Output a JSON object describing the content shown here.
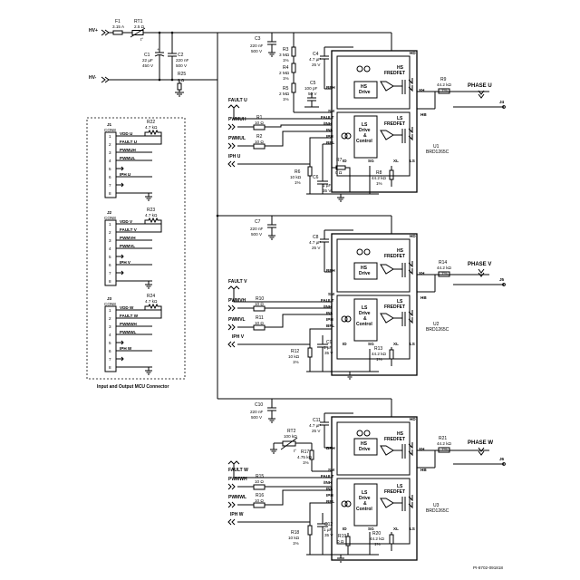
{
  "power": {
    "hv_plus": "HV+",
    "hv_minus": "HV-"
  },
  "input_parts": [
    {
      "ref": "F1",
      "val": "3.15 A"
    },
    {
      "ref": "RT1",
      "val": "2.5 Ω"
    },
    {
      "ref": "C1",
      "val": "22 µF",
      "val2": "450 V"
    },
    {
      "ref": "C2",
      "val": "220 nF",
      "val2": "500 V"
    },
    {
      "ref": "R25",
      "val": "0 Ω"
    }
  ],
  "connector_title": "Input and Output MCU Connector",
  "connectors": [
    {
      "ref": "J1",
      "type": "CON8",
      "r_ref": "R22",
      "r_val": "4.7 kΩ",
      "signals": [
        "VDD U",
        "FAULT U",
        "PWMUH",
        "PWMUL",
        "",
        "IPH U",
        "",
        ""
      ]
    },
    {
      "ref": "J2",
      "type": "CON8",
      "r_ref": "R23",
      "r_val": "4.7 kΩ",
      "signals": [
        "VDD V",
        "FAULT V",
        "PWMVH",
        "PWMVL",
        "",
        "IPH V",
        "",
        ""
      ]
    },
    {
      "ref": "J3",
      "type": "CON8",
      "r_ref": "R24",
      "r_val": "4.7 kΩ",
      "signals": [
        "VDD W",
        "FAULT W",
        "PWMWH",
        "PWMWL",
        "",
        "IPH W",
        "",
        ""
      ]
    }
  ],
  "pin_numbers": [
    "1",
    "2",
    "3",
    "4",
    "5",
    "6",
    "7",
    "8"
  ],
  "ic_pins": {
    "hd": "HD",
    "hb": "HB",
    "xh": "XH",
    "bph": "BPH",
    "sm": "SM",
    "fault": "FAULT",
    "inh": "/INH",
    "inl": "INL",
    "iph": "IPH",
    "bpl": "BPL",
    "id": "ID",
    "sg": "SG",
    "xl": "XL",
    "ls": "LS"
  },
  "ic_blocks": {
    "hs_line1": "HS",
    "hs_line2": "Drive",
    "ls_line1": "LS",
    "ls_line2": "Drive",
    "ls_line3": "&",
    "ls_line4": "Control",
    "hsf_line1": "HS",
    "hsf_line2": "FREDFET",
    "lsf_line1": "LS",
    "lsf_line2": "FREDFET"
  },
  "phases": [
    {
      "ic": "U1",
      "ic_part": "BRD1265C",
      "phase_label": "PHASE U",
      "terminal": "J4",
      "fault": "FAULT U",
      "pwmh": "PWMUH",
      "pwml": "PWMUL",
      "iph": "IPH U",
      "parts": [
        {
          "ref": "C3",
          "val": "220 nF",
          "val2": "500 V"
        },
        {
          "ref": "R3",
          "val": "3 MΩ",
          "val2": "1%"
        },
        {
          "ref": "R4",
          "val": "2 MΩ",
          "val2": "1%"
        },
        {
          "ref": "R5",
          "val": "2 MΩ",
          "val2": "1%"
        },
        {
          "ref": "C4",
          "val": "4.7 µF",
          "val2": "25 V"
        },
        {
          "ref": "C5",
          "val": "100 pF",
          "val2": "50 V"
        },
        {
          "ref": "R9",
          "val": "44.2 kΩ",
          "val2": "1%"
        },
        {
          "ref": "R1",
          "val": "10 Ω",
          "val2": ""
        },
        {
          "ref": "R2",
          "val": "10 Ω",
          "val2": ""
        },
        {
          "ref": "R6",
          "val": "10 kΩ",
          "val2": "1%"
        },
        {
          "ref": "R7",
          "val": "0 Ω",
          "val2": ""
        },
        {
          "ref": "C6",
          "val": "1 µF",
          "val2": "35 V"
        },
        {
          "ref": "R8",
          "val": "44.2 kΩ",
          "val2": "1%"
        }
      ]
    },
    {
      "ic": "U2",
      "ic_part": "BRD1265C",
      "phase_label": "PHASE V",
      "terminal": "J5",
      "fault": "FAULT V",
      "pwmh": "PWMVH",
      "pwml": "PWMVL",
      "iph": "IPH V",
      "parts": [
        {
          "ref": "C7",
          "val": "220 nF",
          "val2": "500 V"
        },
        {
          "ref": "C8",
          "val": "4.7 µF",
          "val2": "25 V"
        },
        {
          "ref": "R14",
          "val": "44.2 kΩ",
          "val2": "1%"
        },
        {
          "ref": "R10",
          "val": "10 Ω",
          "val2": ""
        },
        {
          "ref": "R11",
          "val": "10 Ω",
          "val2": ""
        },
        {
          "ref": "R12",
          "val": "10 kΩ",
          "val2": "1%"
        },
        {
          "ref": "C9",
          "val": "1 µF",
          "val2": "35 V"
        },
        {
          "ref": "R13",
          "val": "44.2 kΩ",
          "val2": "1%"
        }
      ]
    },
    {
      "ic": "U3",
      "ic_part": "BRD1265C",
      "phase_label": "PHASE W",
      "terminal": "J6",
      "fault": "FAULT W",
      "pwmh": "PWMWH",
      "pwml": "PWMWL",
      "iph": "IPH W",
      "parts": [
        {
          "ref": "C10",
          "val": "220 nF",
          "val2": "500 V"
        },
        {
          "ref": "C11",
          "val": "4.7 µF",
          "val2": "25 V"
        },
        {
          "ref": "R21",
          "val": "44.2 kΩ",
          "val2": "1%"
        },
        {
          "ref": "R15",
          "val": "10 Ω",
          "val2": ""
        },
        {
          "ref": "R16",
          "val": "10 Ω",
          "val2": ""
        },
        {
          "ref": "R18",
          "val": "10 kΩ",
          "val2": "1%"
        },
        {
          "ref": "C12",
          "val": "1 µF",
          "val2": "35 V"
        },
        {
          "ref": "R20",
          "val": "44.2 kΩ",
          "val2": "1%"
        },
        {
          "ref": "R19",
          "val": "0 Ω",
          "val2": ""
        },
        {
          "ref": "RT2",
          "val": "100 kΩ",
          "val2": "t°"
        },
        {
          "ref": "R17",
          "val": "4.75 kΩ",
          "val2": "1%"
        }
      ]
    }
  ],
  "figure_id": "PI-8702-091818"
}
